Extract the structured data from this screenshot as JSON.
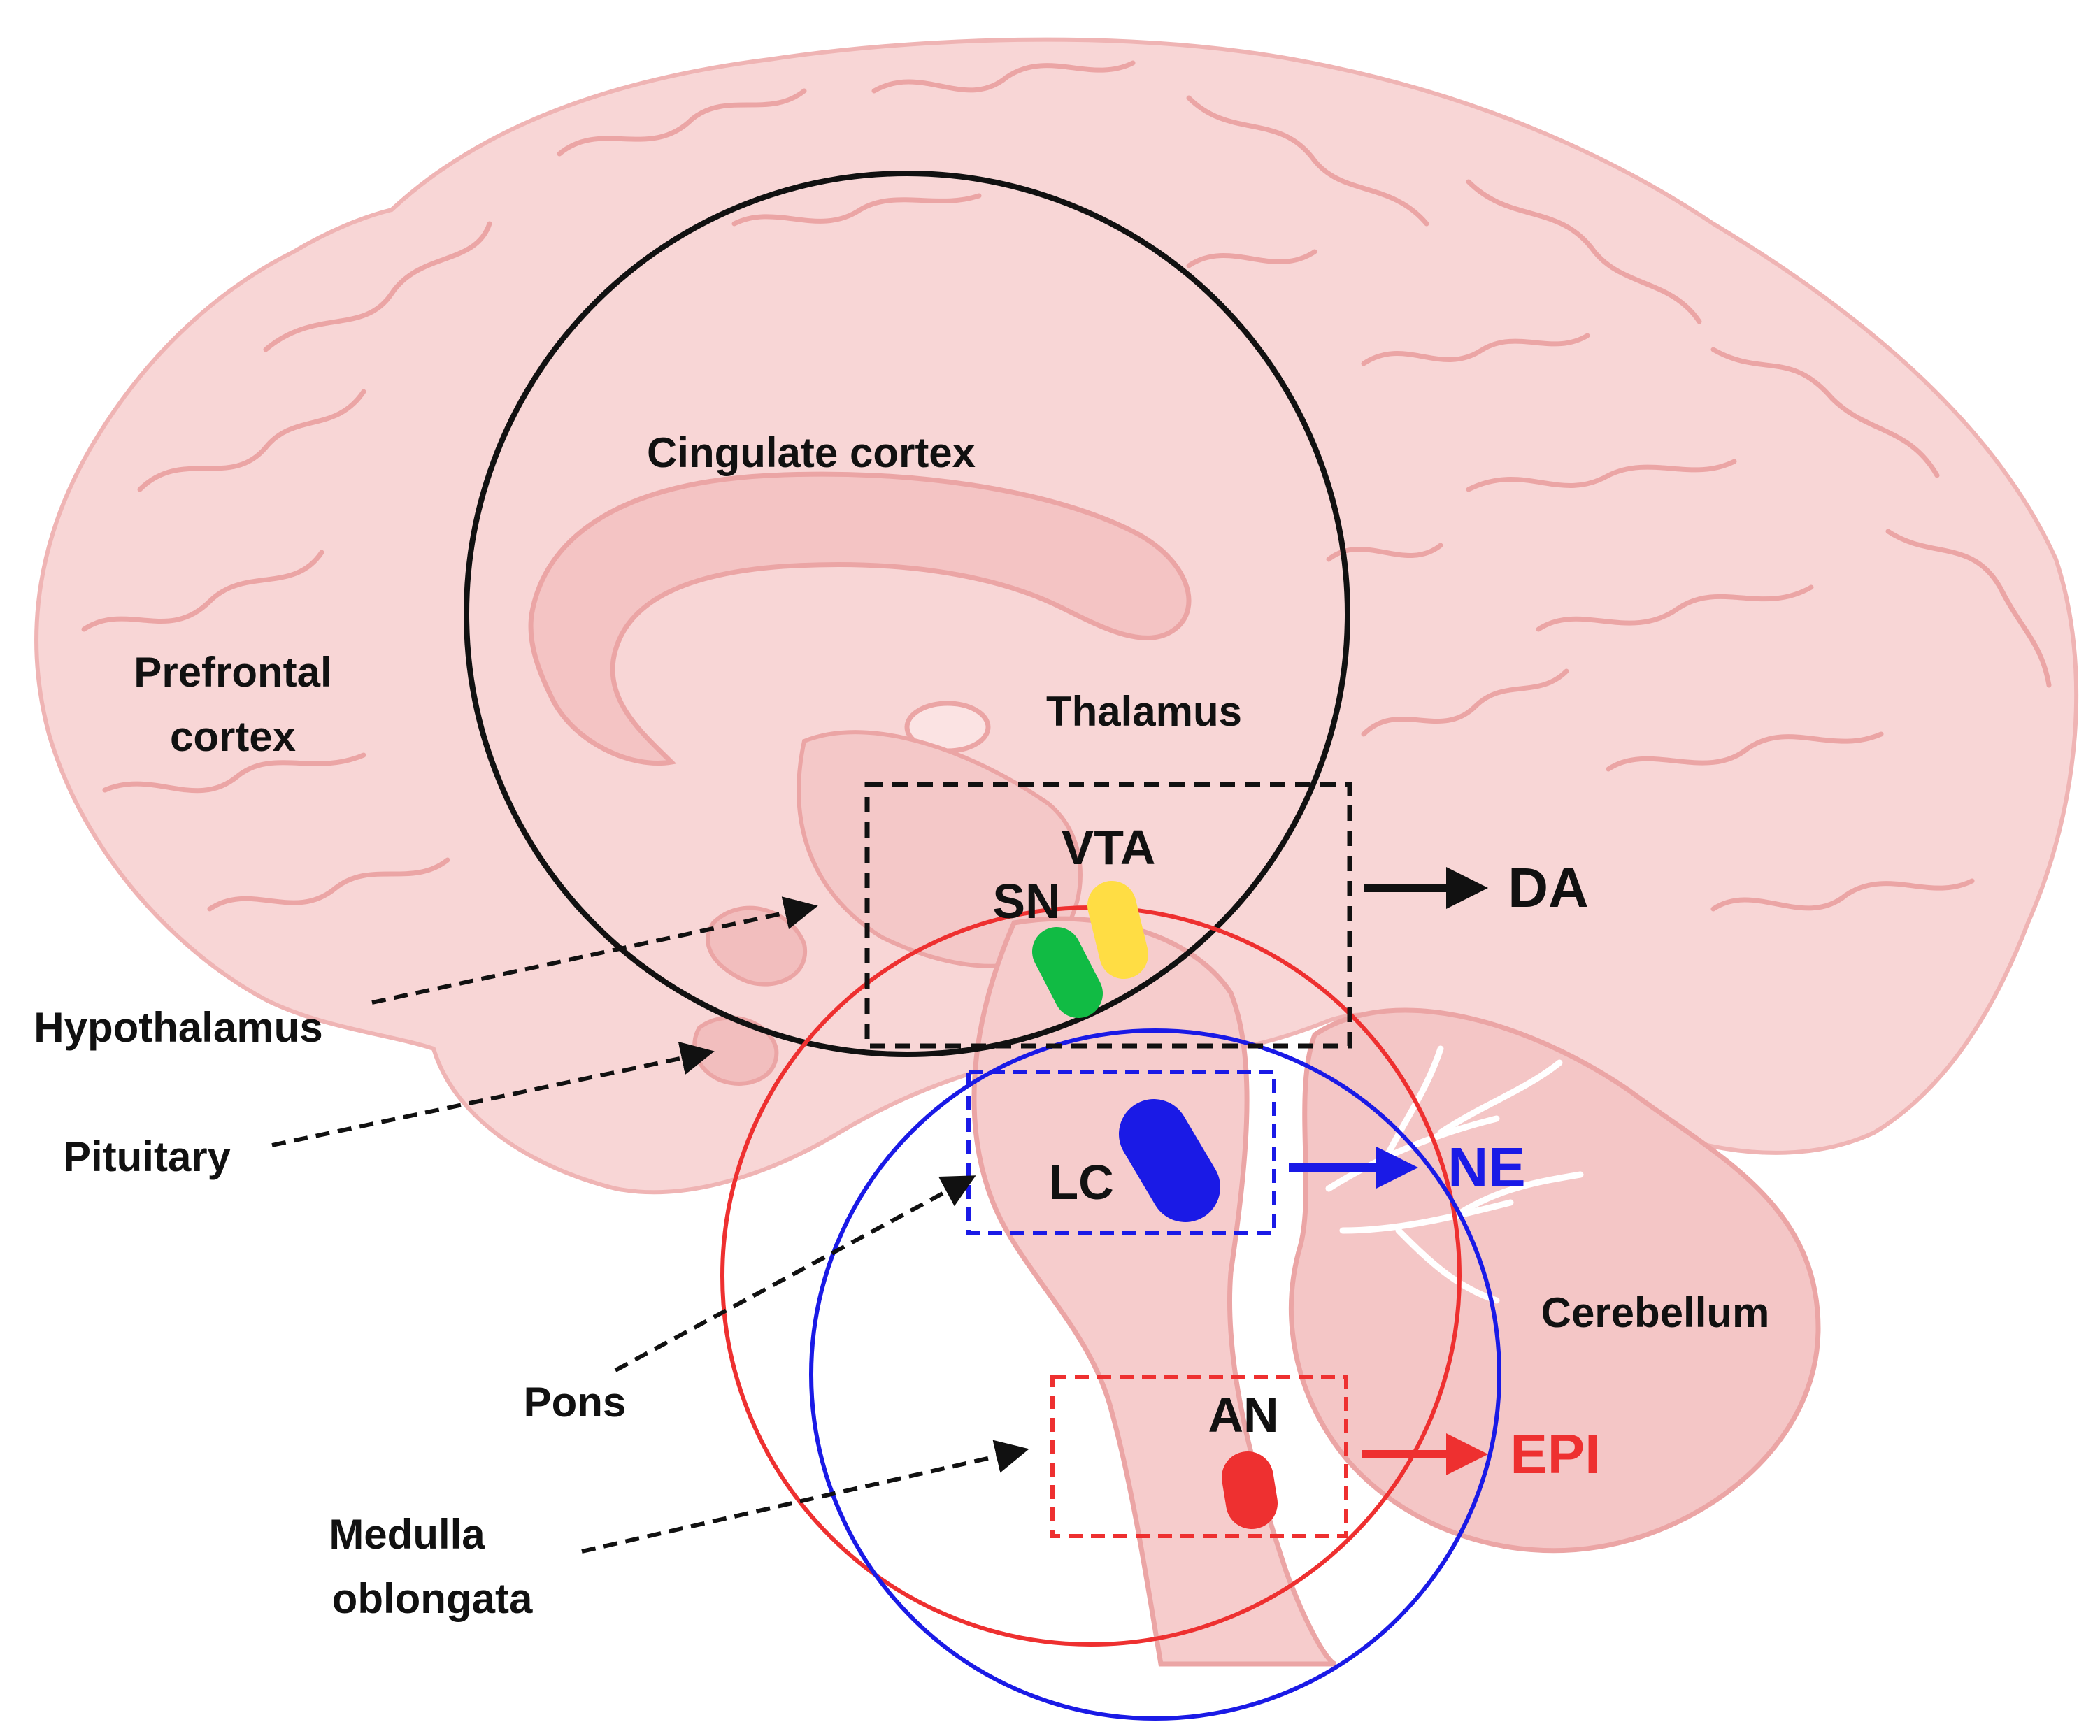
{
  "colors": {
    "brain_fill": "#f8d6d6",
    "brain_line": "#eba5a5",
    "black": "#111111",
    "red": "#ee3030",
    "blue": "#1a1ae6",
    "green": "#11bb44",
    "yellow": "#ffdd44"
  },
  "regions": {
    "cingulate": "Cingulate cortex",
    "prefrontal_1": "Prefrontal",
    "prefrontal_2": "cortex",
    "thalamus": "Thalamus",
    "hypothalamus": "Hypothalamus",
    "pituitary": "Pituitary",
    "pons": "Pons",
    "medulla_1": "Medulla",
    "medulla_2": "oblongata",
    "cerebellum": "Cerebellum"
  },
  "nuclei": {
    "vta": "VTA",
    "sn": "SN",
    "lc": "LC",
    "an": "AN"
  },
  "outputs": {
    "da": "DA",
    "ne": "NE",
    "epi": "EPI"
  }
}
